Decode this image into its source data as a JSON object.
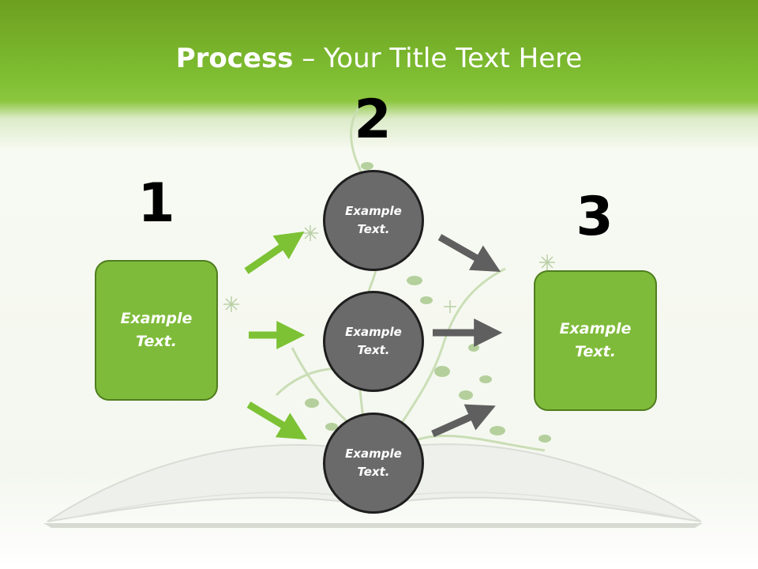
{
  "slide": {
    "title_bold": "Process",
    "title_rest": " – Your Title Text Here"
  },
  "steps": {
    "n1": "1",
    "n2": "2",
    "n3": "3"
  },
  "left_box": {
    "line1": "Example",
    "line2": "Text."
  },
  "right_box": {
    "line1": "Example",
    "line2": "Text."
  },
  "circles": [
    {
      "line1": "Example",
      "line2": "Text."
    },
    {
      "line1": "Example",
      "line2": "Text."
    },
    {
      "line1": "Example",
      "line2": "Text."
    }
  ],
  "colors": {
    "green_box": "#7fbb3a",
    "green_arrow": "#7cc234",
    "gray_circle": "#6a6a6a",
    "gray_arrow": "#5f5f5f"
  },
  "icons": [
    "book-illustration",
    "vine-illustration",
    "sparkle-icon"
  ]
}
